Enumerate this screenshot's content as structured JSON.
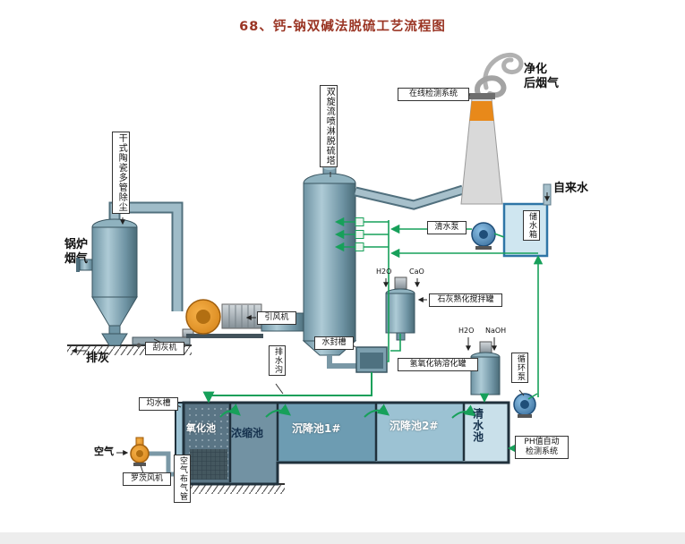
{
  "page": {
    "title": "68、钙-钠双碱法脱硫工艺流程图"
  },
  "colors": {
    "title_red": "#9a3524",
    "pipe_green": "#17a05a",
    "outline": "#3a5560",
    "orange": "#e8891a",
    "chimney_band": "#e8891a",
    "pool_oxidation": "#5a7585",
    "pool_concentration": "#7292a3",
    "pool_settling1": "#6d9cb2",
    "pool_settling2": "#9cc2d3",
    "pool_clean": "#c9e0ea",
    "tank_blue": "#cfe6f0",
    "pump_blue": "#2f6a9e",
    "chimney_gray": "#d9d9d9",
    "smoke_gray": "#a3a3a3"
  },
  "labels": {
    "purified_gas": "净化\n后烟气",
    "online_detection": "在线检测系统",
    "tower": "双旋流喷淋脱硫塔",
    "ceramic_dust": "干式陶瓷多管除尘",
    "boiler_gas": "锅炉\n烟气",
    "tap_water": "自来水",
    "storage_tank": "储水箱",
    "clean_water_pump": "清水泵",
    "h2o_lime": "H2O",
    "cao": "CaO",
    "lime_tank": "石灰熟化搅拌罐",
    "induced_fan": "引风机",
    "water_seal": "水封槽",
    "scraper": "刮灰机",
    "ash_discharge": "排灰",
    "drain_ditch": "排水沟",
    "h2o_naoh": "H2O",
    "naoh": "NaOH",
    "naoh_tank": "氢氧化钠溶化罐",
    "circulation_pump": "循环泵",
    "equalization_tank": "均水槽",
    "oxidation_pool": "氧化池",
    "concentration_pool": "浓缩池",
    "settling_pool_1": "沉降池1#",
    "settling_pool_2": "沉降池2#",
    "clean_pool": "清水池",
    "ph_system": "PH值自动\n检测系统",
    "air": "空气",
    "roots_blower": "罗茨风机",
    "air_pipe": "空气布气管"
  }
}
